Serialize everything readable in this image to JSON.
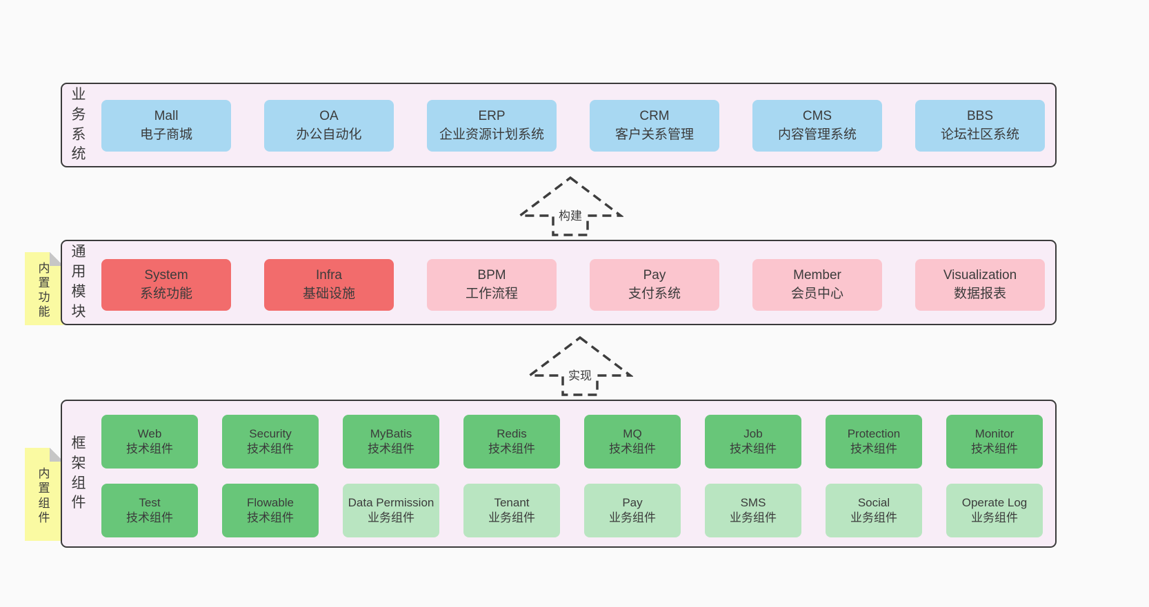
{
  "colors": {
    "page_bg": "#fafafa",
    "band_bg": "#f8edf7",
    "band_border": "#3a3a3a",
    "blue_box": "#a8d8f2",
    "red_box": "#f26c6c",
    "pink_box": "#fbc5ce",
    "green_box": "#68c679",
    "light_green_box": "#b9e5c1",
    "sticky_yellow": "#fafaa2",
    "text": "#3b3b3b"
  },
  "bands": {
    "business": {
      "label": "业务系统",
      "boxes": [
        {
          "en": "Mall",
          "zh": "电子商城"
        },
        {
          "en": "OA",
          "zh": "办公自动化"
        },
        {
          "en": "ERP",
          "zh": "企业资源计划系统"
        },
        {
          "en": "CRM",
          "zh": "客户关系管理"
        },
        {
          "en": "CMS",
          "zh": "内容管理系统"
        },
        {
          "en": "BBS",
          "zh": "论坛社区系统"
        }
      ]
    },
    "modules": {
      "label": "通用模块",
      "sticky": "内置功能",
      "boxes": [
        {
          "en": "System",
          "zh": "系统功能"
        },
        {
          "en": "Infra",
          "zh": "基础设施"
        },
        {
          "en": "BPM",
          "zh": "工作流程"
        },
        {
          "en": "Pay",
          "zh": "支付系统"
        },
        {
          "en": "Member",
          "zh": "会员中心"
        },
        {
          "en": "Visualization",
          "zh": "数据报表"
        }
      ]
    },
    "components": {
      "label": "框架组件",
      "sticky": "内置组件",
      "row1": [
        {
          "en": "Web",
          "zh": "技术组件"
        },
        {
          "en": "Security",
          "zh": "技术组件"
        },
        {
          "en": "MyBatis",
          "zh": "技术组件"
        },
        {
          "en": "Redis",
          "zh": "技术组件"
        },
        {
          "en": "MQ",
          "zh": "技术组件"
        },
        {
          "en": "Job",
          "zh": "技术组件"
        },
        {
          "en": "Protection",
          "zh": "技术组件"
        },
        {
          "en": "Monitor",
          "zh": "技术组件"
        }
      ],
      "row2": [
        {
          "en": "Test",
          "zh": "技术组件"
        },
        {
          "en": "Flowable",
          "zh": "技术组件"
        },
        {
          "en": "Data Permission",
          "zh": "业务组件"
        },
        {
          "en": "Tenant",
          "zh": "业务组件"
        },
        {
          "en": "Pay",
          "zh": "业务组件"
        },
        {
          "en": "SMS",
          "zh": "业务组件"
        },
        {
          "en": "Social",
          "zh": "业务组件"
        },
        {
          "en": "Operate Log",
          "zh": "业务组件"
        }
      ]
    }
  },
  "arrows": {
    "build": {
      "label": "构建"
    },
    "implement": {
      "label": "实现"
    }
  }
}
